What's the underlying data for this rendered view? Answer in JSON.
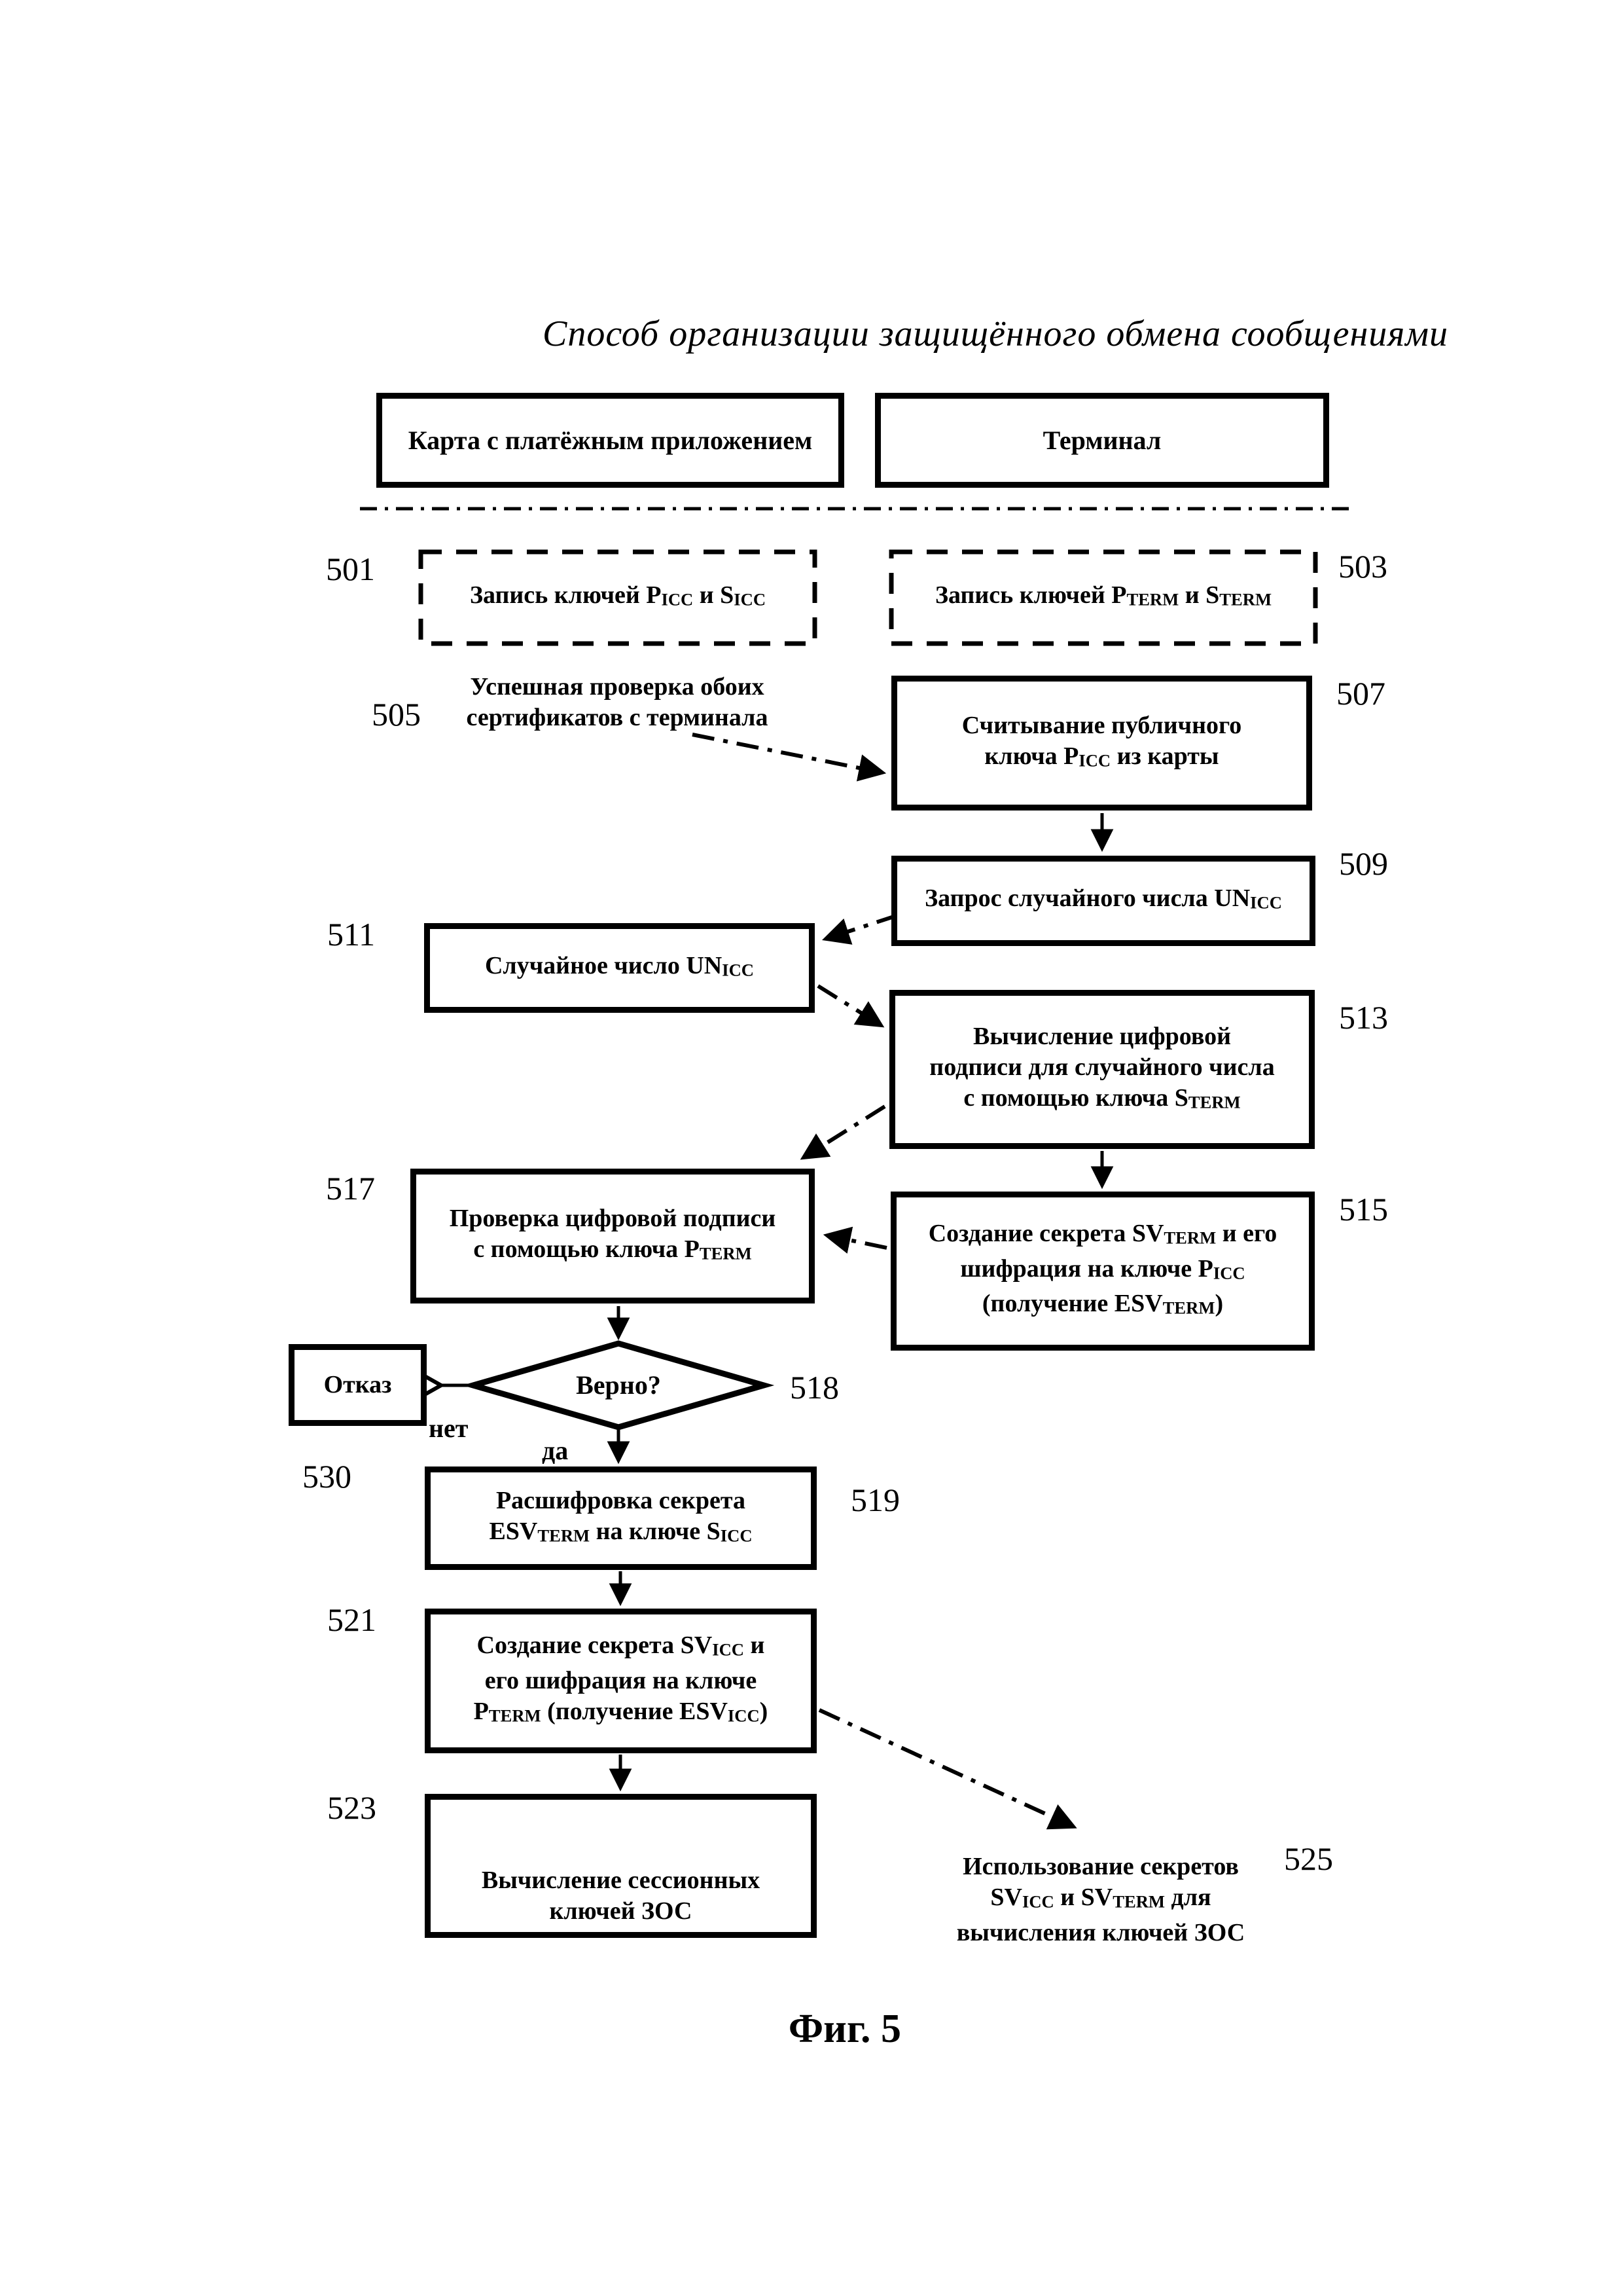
{
  "title": "Способ организации защищённого обмена сообщениями",
  "figure_caption": "Фиг. 5",
  "lanes": {
    "card": {
      "label": "Карта с платёжным приложением"
    },
    "terminal": {
      "label": "Терминал"
    }
  },
  "nodes": {
    "n501": {
      "ref": "501",
      "text": "Запись ключей P{ICC} и S{ICC}"
    },
    "n503": {
      "ref": "503",
      "text": "Запись ключей P{TERM} и S{TERM}"
    },
    "n505": {
      "ref": "505",
      "text": "Успешная проверка обоих\nсертификатов с терминала"
    },
    "n507": {
      "ref": "507",
      "text": "Считывание публичного\nключа P{ICC} из карты"
    },
    "n509": {
      "ref": "509",
      "text": "Запрос случайного числа UN{ICC}"
    },
    "n511": {
      "ref": "511",
      "text": "Случайное число UN{ICC}"
    },
    "n513": {
      "ref": "513",
      "text": "Вычисление цифровой\nподписи для случайного числа\nс помощью ключа S{TERM}"
    },
    "n515": {
      "ref": "515",
      "text": "Создание секрета SV{TERM} и его\nшифрация на ключе P{ICC}\n(получение ESV{TERM})"
    },
    "n517": {
      "ref": "517",
      "text": "Проверка цифровой подписи\nс помощью ключа P{TERM}"
    },
    "n518": {
      "ref": "518",
      "text": "Верно?"
    },
    "n530": {
      "ref": "530",
      "text": "Отказ"
    },
    "n519": {
      "ref": "519",
      "text": "Расшифровка секрета\nESV{TERM} на ключе S{ICC}"
    },
    "n521": {
      "ref": "521",
      "text": "Создание секрета SV{ICC} и\nего шифрация на ключе\nP{TERM} (получение ESV{ICC})"
    },
    "n523": {
      "ref": "523",
      "text": "Вычисление сессионных\nключей ЗОС"
    },
    "n525": {
      "ref": "525",
      "text": "Использование секретов\nSV{ICC} и SV{TERM} для\nвычисления ключей ЗОС"
    }
  },
  "edge_labels": {
    "yes": "да",
    "no": "нет"
  },
  "colors": {
    "ink": "#000000",
    "paper": "#ffffff"
  }
}
